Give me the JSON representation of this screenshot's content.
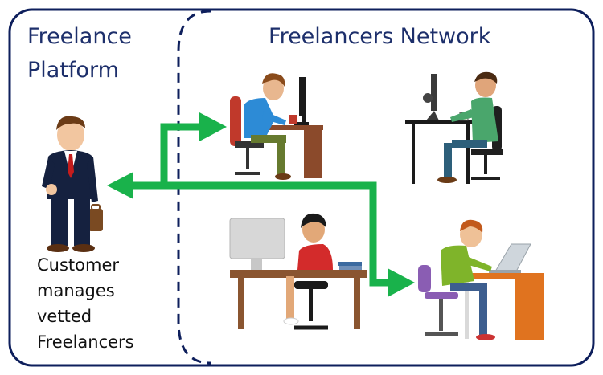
{
  "platform": {
    "title_line1": "Freelance",
    "title_line2": "Platform"
  },
  "network": {
    "title": "Freelancers Network"
  },
  "customer": {
    "caption_lines": [
      "Customer",
      "manages",
      "vetted",
      "Freelancers"
    ]
  },
  "colors": {
    "frame": "#0e1f5c",
    "arrow": "#19b24b",
    "title_text": "#1d2f6b"
  },
  "freelancers": [
    {
      "icon": "freelancer-desk-red-chair-icon"
    },
    {
      "icon": "freelancer-desk-green-shirt-icon"
    },
    {
      "icon": "freelancer-desk-red-top-icon"
    },
    {
      "icon": "freelancer-desk-laptop-icon"
    }
  ]
}
